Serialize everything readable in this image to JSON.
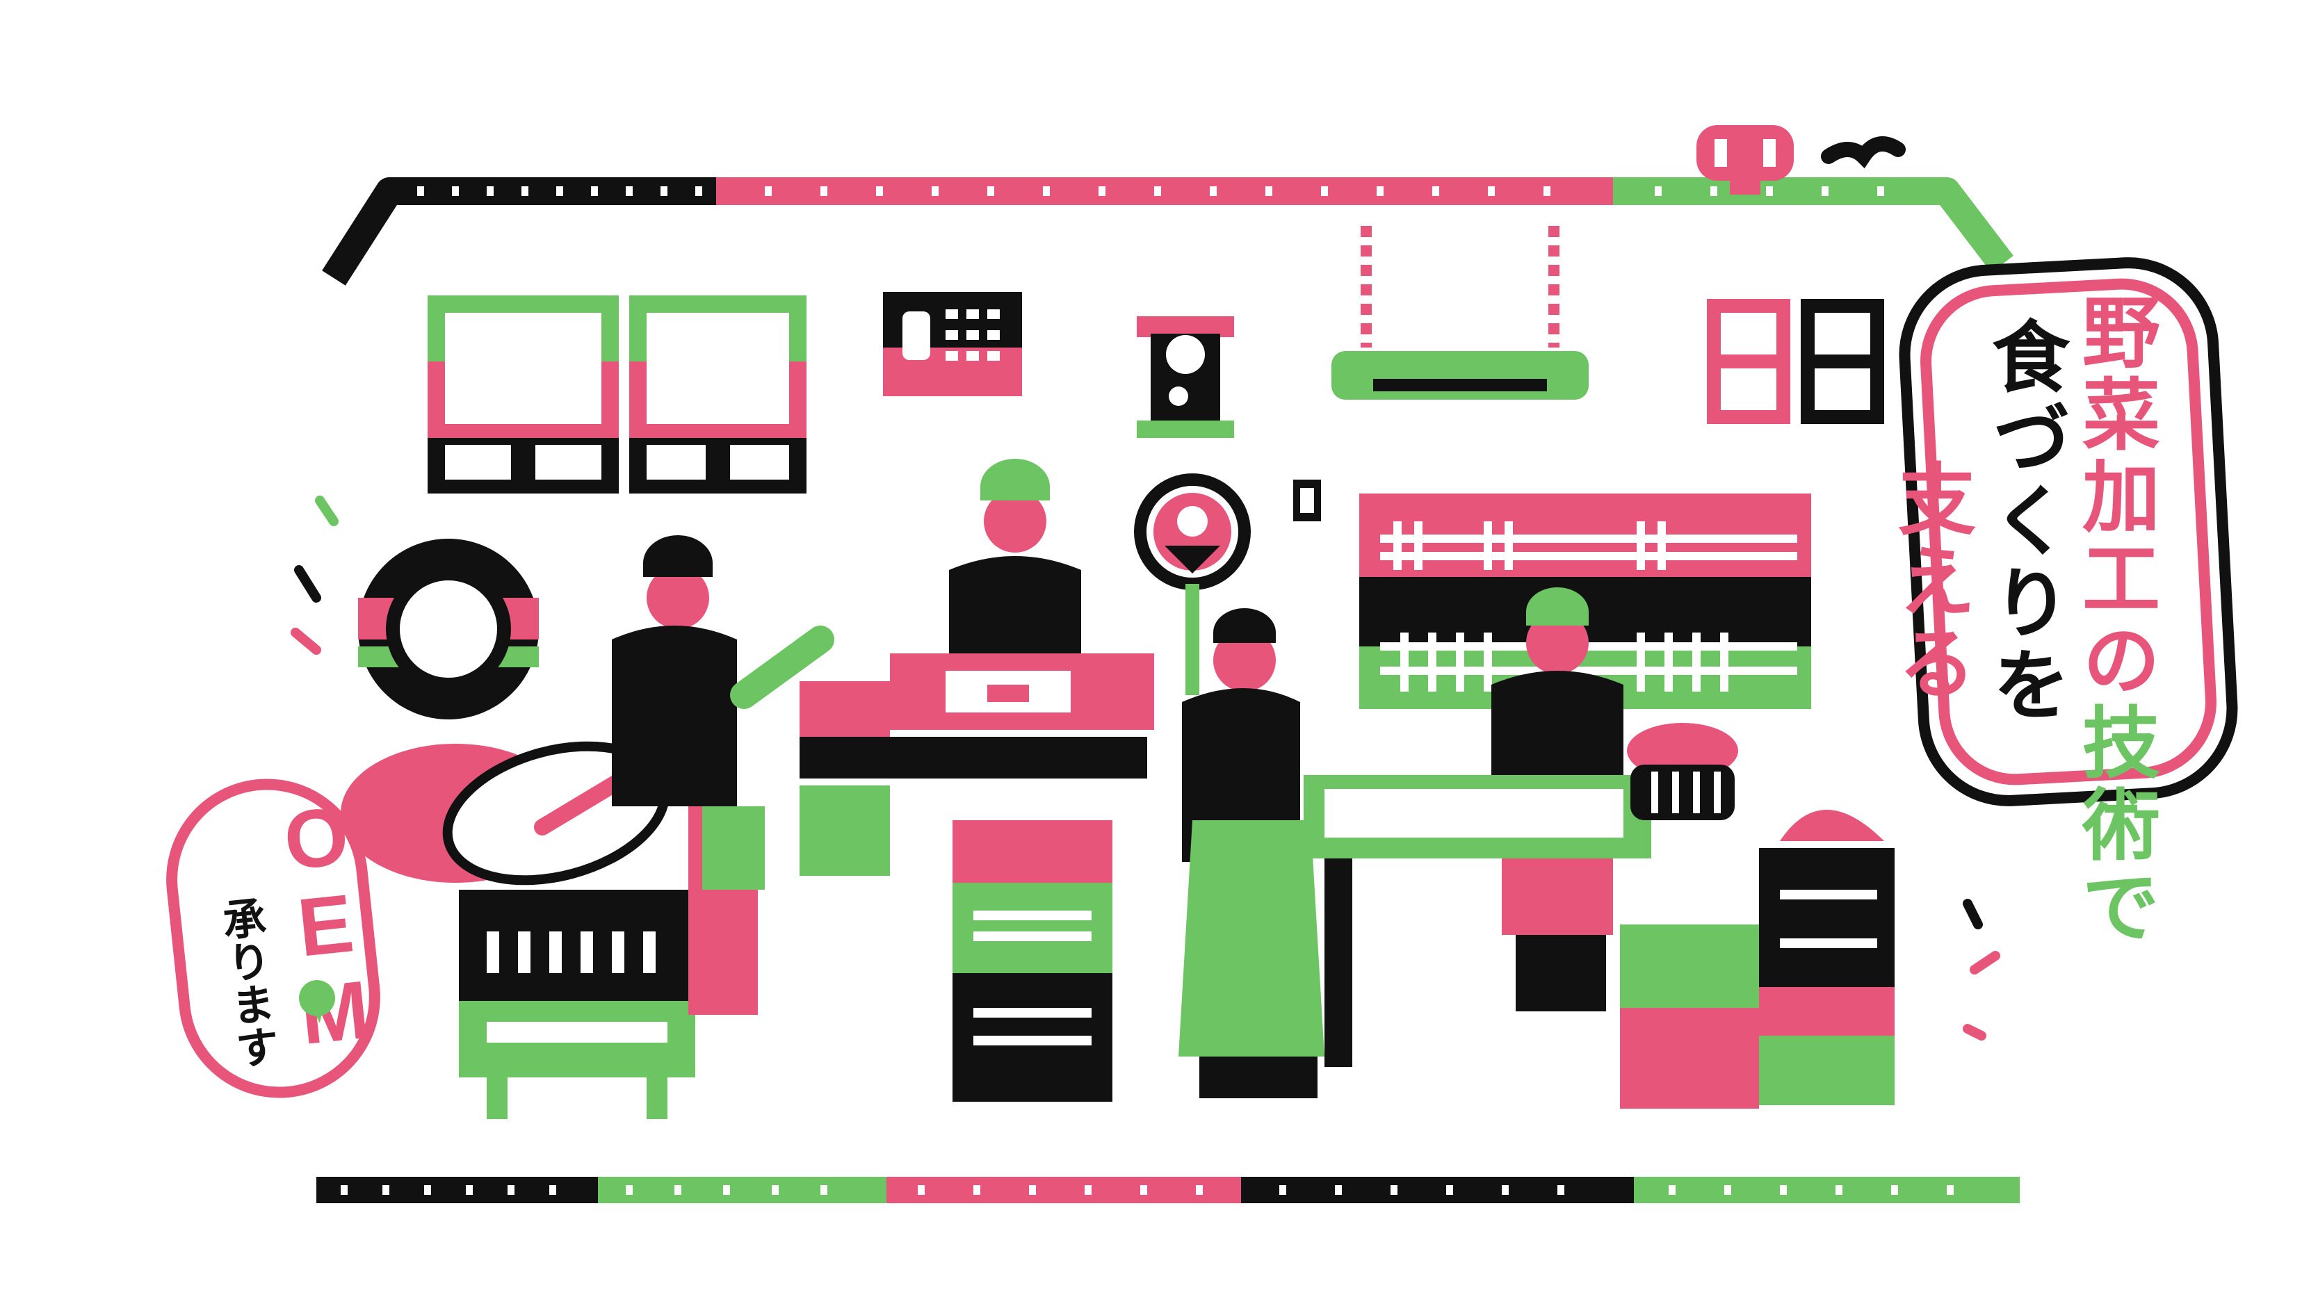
{
  "headline": {
    "col1_part1": "野菜加工の",
    "col1_part2": "技術で",
    "col2": "食づくりを",
    "col3": "支える"
  },
  "badge": {
    "main": "OEM",
    "sub": "承ります"
  },
  "palette": {
    "pink": "#e8557a",
    "green": "#6cc463",
    "black": "#111111",
    "white": "#ffffff"
  }
}
